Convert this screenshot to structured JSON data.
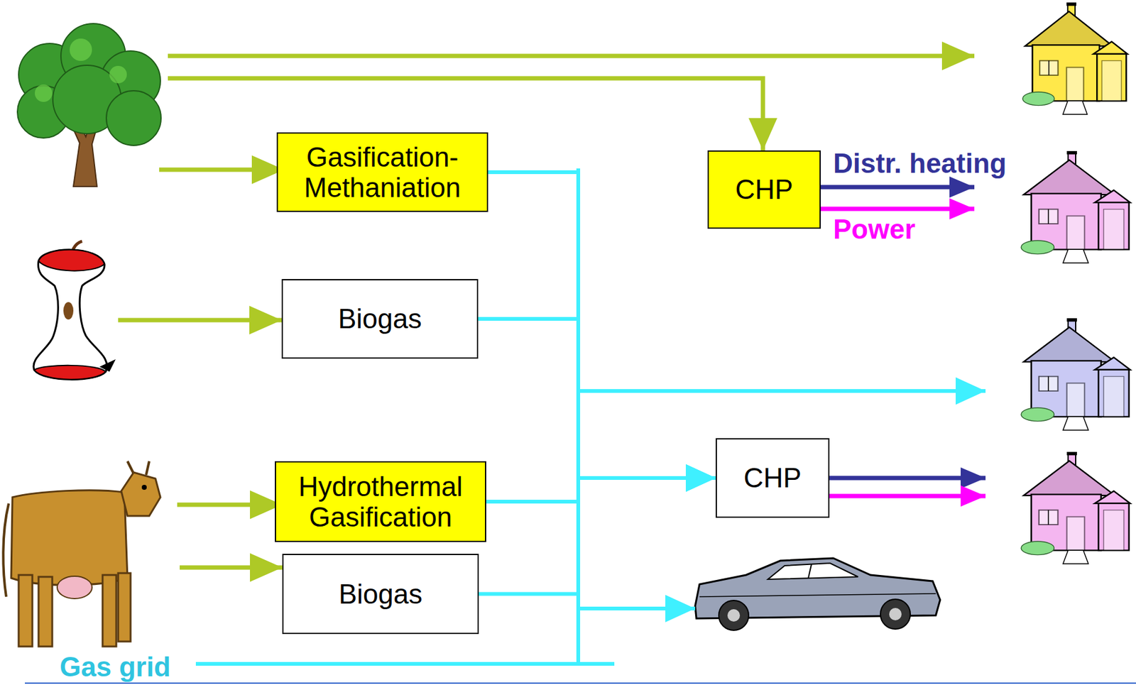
{
  "diagram": {
    "nodes": [
      {
        "text": [
          "Gasification- Methaniation"
        ]
      },
      {
        "text": [
          "CHP"
        ]
      },
      {
        "text": [
          "Biogas"
        ]
      },
      {
        "text": [
          "CHP"
        ]
      },
      {
        "text": [
          "Hydrothermal Gasification"
        ]
      },
      {
        "text": [
          "Biogas"
        ]
      }
    ],
    "edges": [
      {
        "from": 0,
        "to": 3,
        "arrow": "to"
      },
      {
        "from": 2,
        "to": 3,
        "arrow": "to"
      },
      {
        "from": 4,
        "to": 3,
        "arrow": "to"
      },
      {
        "from": 5,
        "to": 3,
        "arrow": "to"
      }
    ],
    "labels": [
      "Distr. heating",
      "Power",
      "Gas grid"
    ]
  }
}
